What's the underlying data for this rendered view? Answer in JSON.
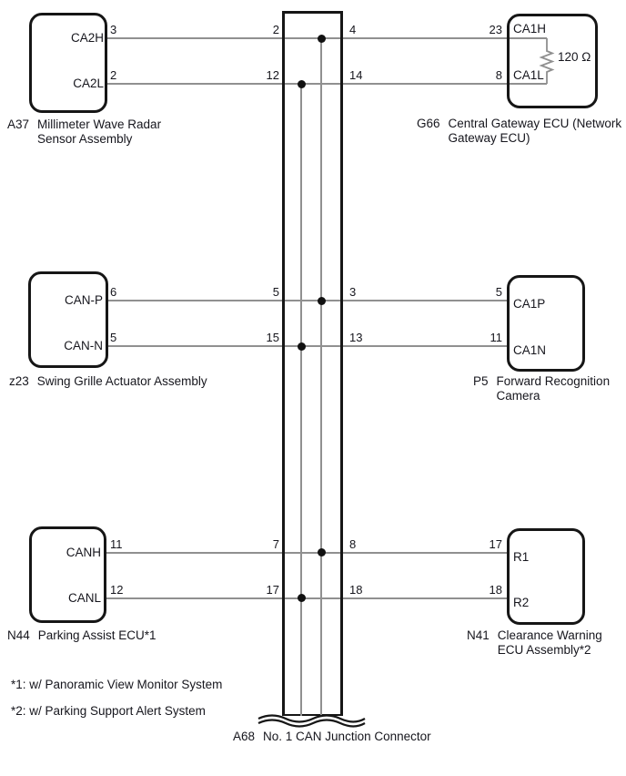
{
  "modules": [
    {
      "id": "A37",
      "name_lines": [
        "Millimeter Wave Radar",
        "Sensor Assembly"
      ],
      "pins": [
        {
          "label": "CA2H",
          "number": "3"
        },
        {
          "label": "CA2L",
          "number": "2"
        }
      ]
    },
    {
      "id": "G66",
      "name_lines": [
        "Central Gateway ECU (Network",
        "Gateway ECU)"
      ],
      "resistor": "120 Ω",
      "pins": [
        {
          "label": "CA1H",
          "number": "23"
        },
        {
          "label": "CA1L",
          "number": "8"
        }
      ]
    },
    {
      "id": "z23",
      "name_lines": [
        "Swing Grille Actuator Assembly"
      ],
      "pins": [
        {
          "label": "CAN-P",
          "number": "6"
        },
        {
          "label": "CAN-N",
          "number": "5"
        }
      ]
    },
    {
      "id": "P5",
      "name_lines": [
        "Forward Recognition",
        "Camera"
      ],
      "pins": [
        {
          "label": "CA1P",
          "number": "5"
        },
        {
          "label": "CA1N",
          "number": "11"
        }
      ]
    },
    {
      "id": "N44",
      "name_lines": [
        "Parking Assist ECU*1"
      ],
      "pins": [
        {
          "label": "CANH",
          "number": "11"
        },
        {
          "label": "CANL",
          "number": "12"
        }
      ]
    },
    {
      "id": "N41",
      "name_lines": [
        "Clearance Warning",
        "ECU Assembly*2"
      ],
      "pins": [
        {
          "label": "R1",
          "number": "17"
        },
        {
          "label": "R2",
          "number": "18"
        }
      ]
    }
  ],
  "junction": {
    "id": "A68",
    "name": "No. 1 CAN Junction Connector",
    "left_pins": [
      "2",
      "12",
      "5",
      "15",
      "7",
      "17"
    ],
    "right_pins": [
      "4",
      "14",
      "3",
      "13",
      "8",
      "18"
    ]
  },
  "footnotes": [
    "*1: w/ Panoramic View Monitor System",
    "*2: w/ Parking Support Alert System"
  ],
  "colors": {
    "line": "#161616",
    "wire": "#909090",
    "text": "#16161d"
  }
}
